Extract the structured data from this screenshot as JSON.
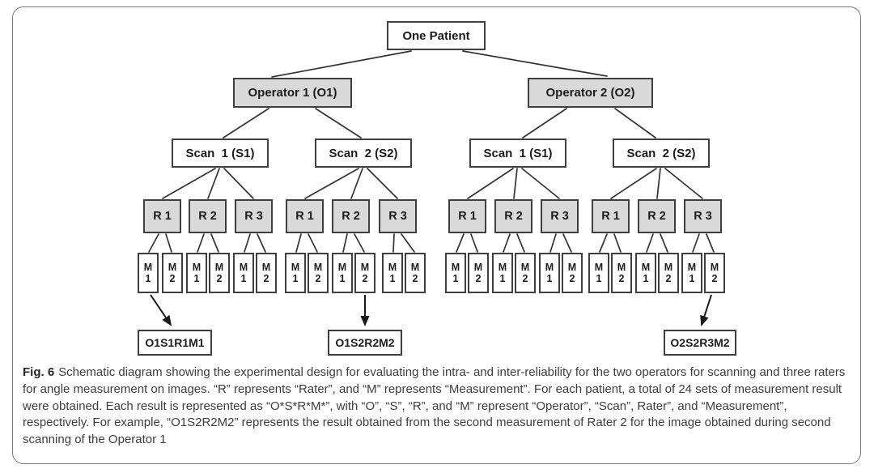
{
  "figure": {
    "root": {
      "label": "One Patient"
    },
    "operators": [
      {
        "label": "Operator 1 (O1)"
      },
      {
        "label": "Operator 2 (O2)"
      }
    ],
    "scans": [
      {
        "label": "Scan  1 (S1)"
      },
      {
        "label": "Scan  2 (S2)"
      },
      {
        "label": "Scan  1 (S1)"
      },
      {
        "label": "Scan  2 (S2)"
      }
    ],
    "raters": [
      {
        "label": "R 1"
      },
      {
        "label": "R 2"
      },
      {
        "label": "R 3"
      },
      {
        "label": "R 1"
      },
      {
        "label": "R 2"
      },
      {
        "label": "R 3"
      },
      {
        "label": "R 1"
      },
      {
        "label": "R 2"
      },
      {
        "label": "R 3"
      },
      {
        "label": "R 1"
      },
      {
        "label": "R 2"
      },
      {
        "label": "R 3"
      }
    ],
    "measurements": [
      {
        "m": "M",
        "n": "1"
      },
      {
        "m": "M",
        "n": "2"
      },
      {
        "m": "M",
        "n": "1"
      },
      {
        "m": "M",
        "n": "2"
      },
      {
        "m": "M",
        "n": "1"
      },
      {
        "m": "M",
        "n": "2"
      },
      {
        "m": "M",
        "n": "1"
      },
      {
        "m": "M",
        "n": "2"
      },
      {
        "m": "M",
        "n": "1"
      },
      {
        "m": "M",
        "n": "2"
      },
      {
        "m": "M",
        "n": "1"
      },
      {
        "m": "M",
        "n": "2"
      },
      {
        "m": "M",
        "n": "1"
      },
      {
        "m": "M",
        "n": "2"
      },
      {
        "m": "M",
        "n": "1"
      },
      {
        "m": "M",
        "n": "2"
      },
      {
        "m": "M",
        "n": "1"
      },
      {
        "m": "M",
        "n": "2"
      },
      {
        "m": "M",
        "n": "1"
      },
      {
        "m": "M",
        "n": "2"
      },
      {
        "m": "M",
        "n": "1"
      },
      {
        "m": "M",
        "n": "2"
      },
      {
        "m": "M",
        "n": "1"
      },
      {
        "m": "M",
        "n": "2"
      }
    ],
    "result_labels": [
      {
        "label": "O1S1R1M1"
      },
      {
        "label": "O1S2R2M2"
      },
      {
        "label": "O2S2R3M2"
      }
    ]
  },
  "caption": {
    "tag": "Fig. 6",
    "text": "Schematic diagram showing the experimental design for evaluating the intra- and inter-reliability for the two operators for scanning and three raters for angle measurement on images. “R” represents “Rater”, and “M” represents “Measurement”. For each patient, a total of 24 sets of measurement result were obtained. Each result is represented as “O*S*R*M*”, with “O”, “S”, “R”, and “M” represent “Operator”, “Scan”, Rater”, and “Measurement”, respectively. For example, “O1S2R2M2” represents the result obtained from the second measurement of Rater 2 for the image obtained during second scanning of the Operator 1"
  },
  "colors": {
    "node_fill_gray": "#d9d9d9",
    "node_fill_white": "#ffffff",
    "node_border": "#3f3f3f",
    "connector_line": "#333333",
    "panel_border": "#767676"
  }
}
